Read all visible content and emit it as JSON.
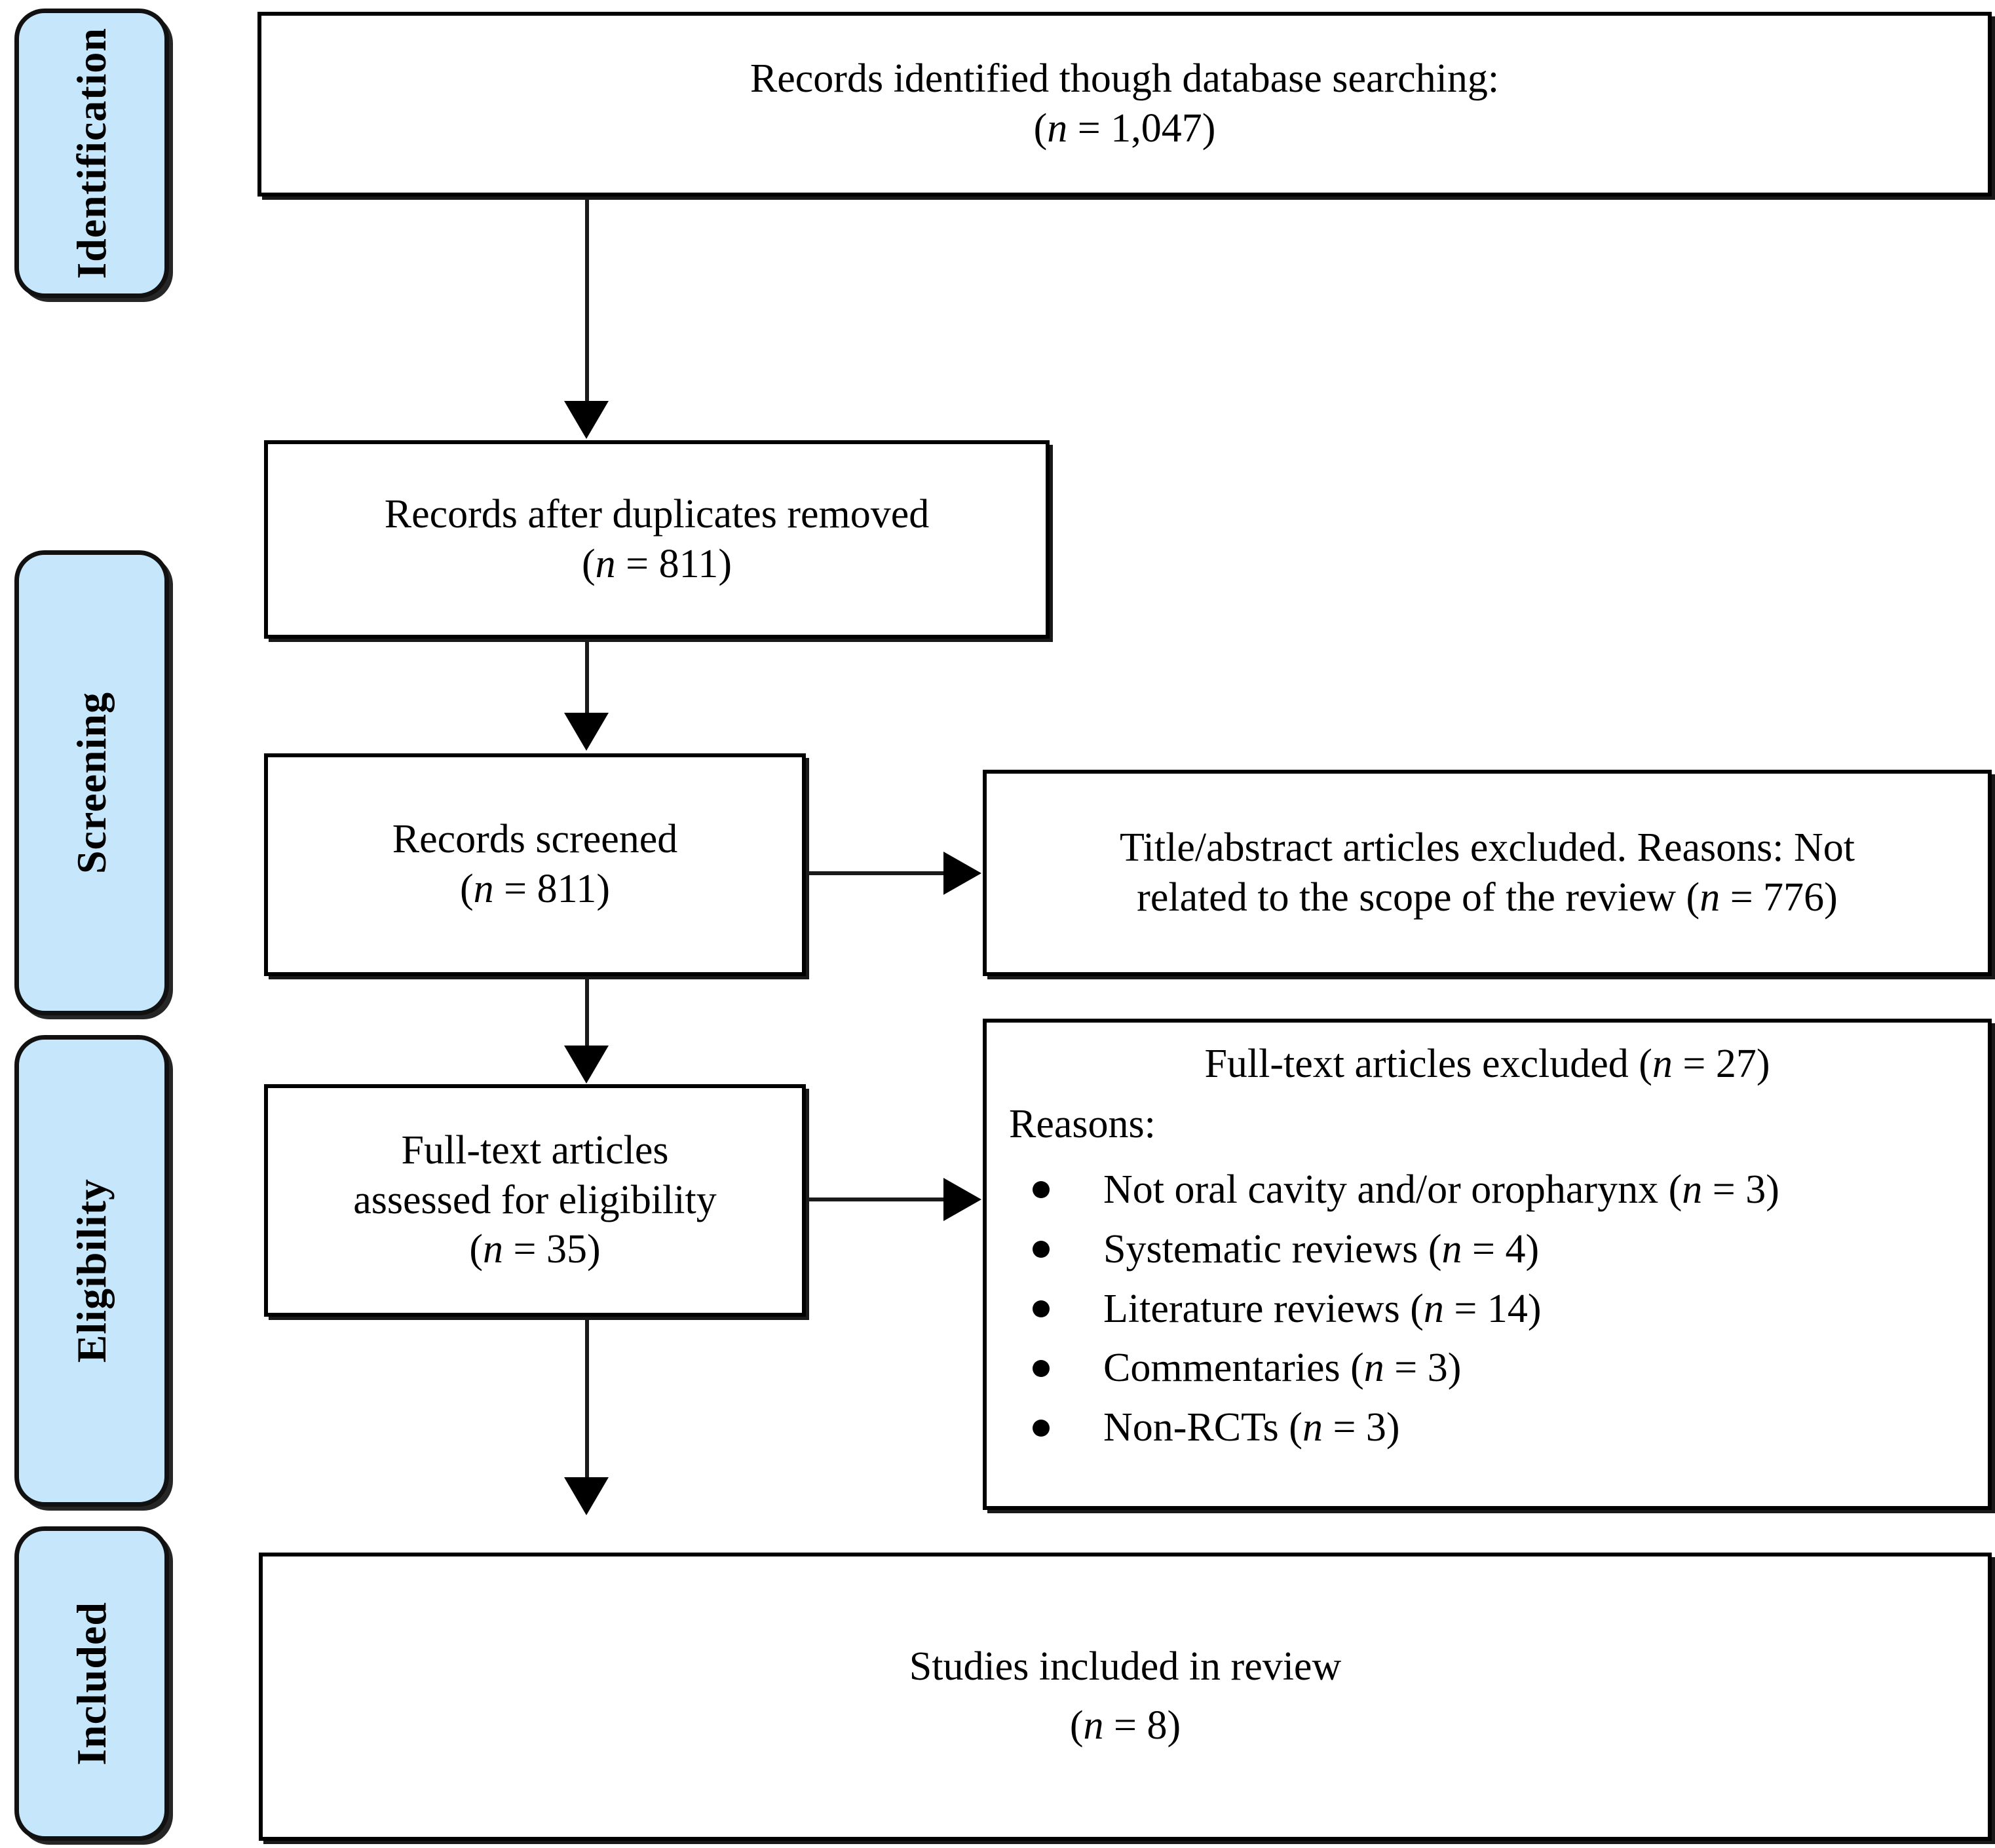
{
  "diagram": {
    "title": "PRISMA flow diagram",
    "accent_color": "#c6e7fb",
    "border_color": "#000000",
    "background_color": "#ffffff"
  },
  "stages": [
    {
      "label": "Identification"
    },
    {
      "label": "Screening"
    },
    {
      "label": "Eligibility"
    },
    {
      "label": "Included"
    }
  ],
  "boxes": {
    "identified": {
      "line1": "Records identified though database searching:",
      "line2_prefix": "(",
      "line2_n": "n",
      "line2_value": " = 1,047)"
    },
    "duplicates_removed": {
      "line1": "Records after duplicates removed",
      "line2_prefix": "(",
      "line2_n": "n",
      "line2_value": " = 811)"
    },
    "screened": {
      "line1": "Records screened",
      "line2_prefix": "(",
      "line2_n": "n",
      "line2_value": " = 811)"
    },
    "fulltext_assessed": {
      "line1": "Full-text articles",
      "line2": "assessed for eligibility",
      "line3_prefix": "(",
      "line3_n": "n",
      "line3_value": " = 35)"
    },
    "included": {
      "line1": "Studies included in review",
      "line2_prefix": "(",
      "line2_n": "n",
      "line2_value": " = 8)"
    },
    "title_abstract_excluded": {
      "line1": "Title/abstract articles excluded. Reasons: Not",
      "line2a": "related to the scope of the review (",
      "line2_n": "n",
      "line2b": " = 776)"
    },
    "fulltext_excluded": {
      "title_a": "Full-text articles excluded (",
      "title_n": "n",
      "title_b": " = 27)",
      "reasons_label": "Reasons:",
      "reasons": [
        {
          "text": "Not oral cavity and/or oropharynx (",
          "n": "n",
          "value": " = 3)"
        },
        {
          "text": "Systematic reviews (",
          "n": "n",
          "value": " = 4)"
        },
        {
          "text": "Literature reviews (",
          "n": "n",
          "value": " = 14)"
        },
        {
          "text": "Commentaries (",
          "n": "n",
          "value": " = 3)"
        },
        {
          "text": "Non-RCTs (",
          "n": "n",
          "value": " = 3)"
        }
      ]
    }
  }
}
